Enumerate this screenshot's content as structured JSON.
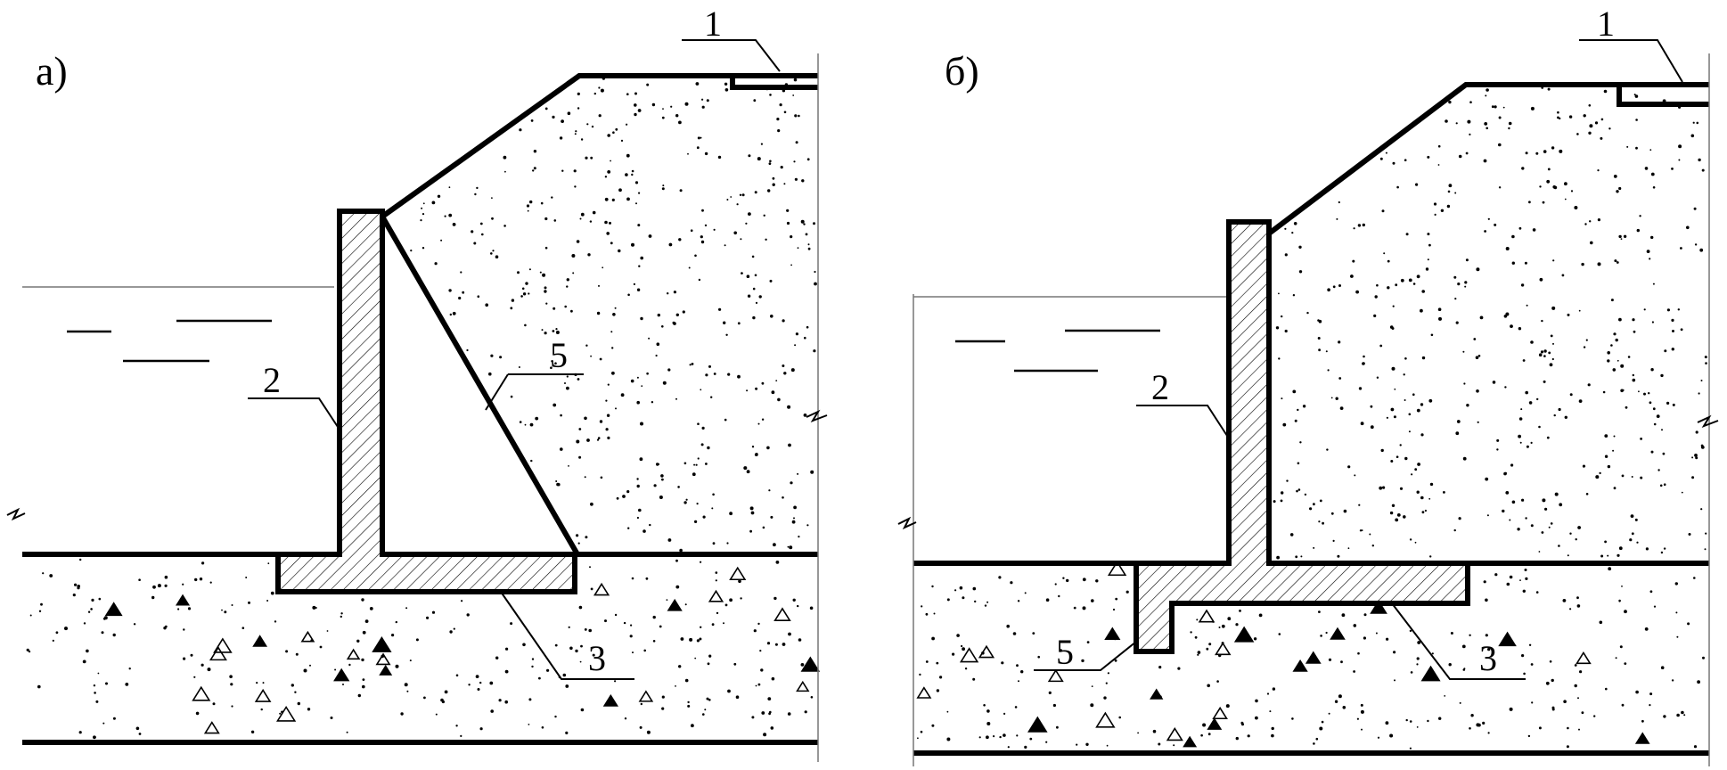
{
  "panels": [
    {
      "id": "a",
      "label": "а)",
      "callouts": {
        "c1": "1",
        "c2": "2",
        "c3": "3",
        "c5": "5"
      }
    },
    {
      "id": "b",
      "label": "б)",
      "callouts": {
        "c1": "1",
        "c2": "2",
        "c3": "3",
        "c5": "5"
      }
    }
  ]
}
